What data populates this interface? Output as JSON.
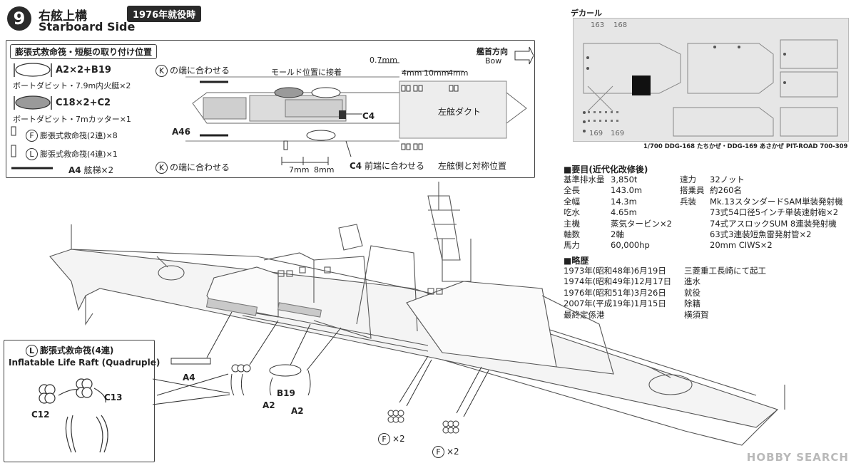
{
  "header": {
    "step_number": "9",
    "title_jp": "右舷上構",
    "title_en": "Starboard Side",
    "badge": "1976年就役時"
  },
  "parts_legend": {
    "title": "膨張式救命筏・短艇の取り付け位置",
    "items": [
      {
        "code": "A2×2+B19",
        "desc": "ボートダビット・7.9m内火艇×2"
      },
      {
        "code": "C18×2+C2",
        "desc": "ボートダビット・7mカッター×1"
      },
      {
        "marker": "F",
        "desc": "膨張式救命筏(2連)×8"
      },
      {
        "marker": "L",
        "desc": "膨張式救命筏(4連)×1"
      },
      {
        "code": "A4",
        "desc": "舷梯×2"
      }
    ]
  },
  "plan_view": {
    "k_top": "の端に合わせる",
    "k_bottom": "の端に合わせる",
    "k_marker": "K",
    "mold_position": "モールド位置に接着",
    "direction_jp": "艦首方向",
    "direction_en": "Bow",
    "dim_07": "0.7mm",
    "dim_4a": "4mm",
    "dim_10": "10mm",
    "dim_4b": "4mm",
    "port_duct": "左舷ダクト",
    "c4": "C4",
    "a46": "A46",
    "dim_7": "7mm",
    "dim_8": "8mm",
    "c4_front": "C4",
    "c4_front_text": "前端に合わせる",
    "symmetric": "左舷側と対称位置"
  },
  "decal": {
    "title": "デカール",
    "caption": "1/700 DDG-168 たちかぜ・DDG-169 あさかぜ PIT-ROAD 700-309",
    "numbers_top": [
      "163",
      "168"
    ],
    "numbers_bottom": [
      "169",
      "169"
    ]
  },
  "specs": {
    "title": "■要目(近代化改修後)",
    "left": [
      [
        "基準排水量",
        "3,850t"
      ],
      [
        "全長",
        "143.0m"
      ],
      [
        "全幅",
        "14.3m"
      ],
      [
        "吃水",
        "4.65m"
      ],
      [
        "主機",
        "蒸気タービン×2"
      ],
      [
        "軸数",
        "2軸"
      ],
      [
        "馬力",
        "60,000hp"
      ]
    ],
    "right": [
      [
        "速力",
        "32ノット"
      ],
      [
        "搭乗員",
        "約260名"
      ],
      [
        "兵装",
        "Mk.13スタンダードSAM単装発射機"
      ],
      [
        "",
        "73式54口径5インチ単装速射砲×2"
      ],
      [
        "",
        "74式アスロックSUM 8連装発射機"
      ],
      [
        "",
        "63式3連装短魚雷発射管×2"
      ],
      [
        "",
        "20mm CIWS×2"
      ]
    ]
  },
  "history": {
    "title": "■略歴",
    "rows": [
      [
        "1973年(昭和48年)6月19日",
        "三菱重工長崎にて起工"
      ],
      [
        "1974年(昭和49年)12月17日",
        "進水"
      ],
      [
        "1976年(昭和51年)3月26日",
        "就役"
      ],
      [
        "2007年(平成19年)1月15日",
        "除籍"
      ],
      [
        "最終定係港",
        "横須賀"
      ]
    ]
  },
  "inset": {
    "marker": "L",
    "title_jp": "膨張式救命筏(4連)",
    "title_en": "Inflatable Life Raft (Quadruple)",
    "c12": "C12",
    "c13": "C13"
  },
  "callouts": {
    "a4": "A4",
    "b19": "B19",
    "a2_left": "A2",
    "a2_right": "A2",
    "f_marker": "F",
    "f_count1": "×2",
    "f_count2": "×2"
  },
  "watermark": "HOBBY SEARCH"
}
